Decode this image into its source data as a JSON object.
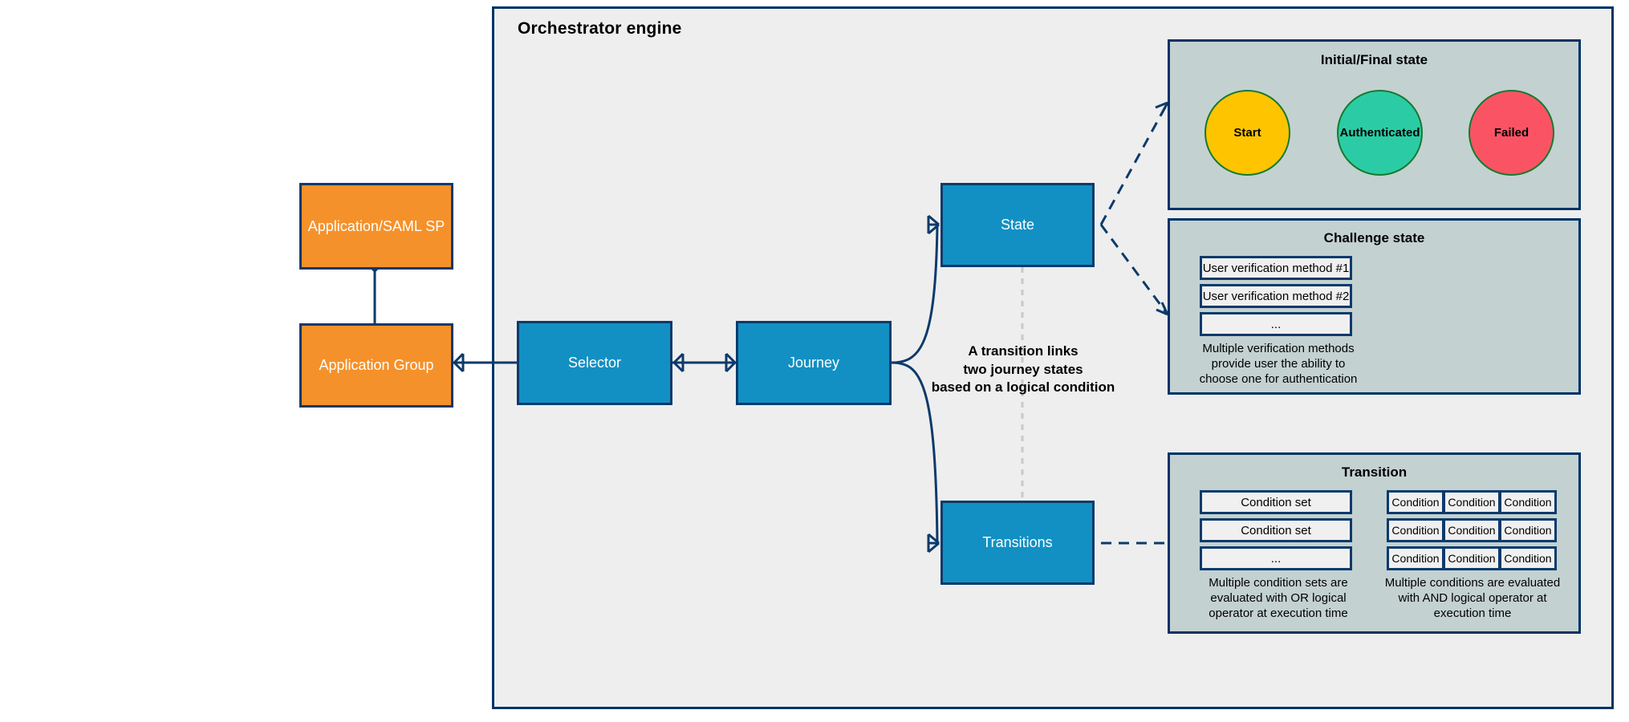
{
  "frame": {
    "title": "Orchestrator engine"
  },
  "entities": {
    "app_saml_sp": "Application/SAML SP",
    "application_group": "Application Group",
    "selector": "Selector",
    "journey": "Journey",
    "state": "State",
    "transitions": "Transitions"
  },
  "centre_note": {
    "line1": "A transition links",
    "line2": "two journey states",
    "line3": "based on a logical condition"
  },
  "panels": {
    "initial_final": {
      "title": "Initial/Final state",
      "circles": [
        {
          "label": "Start",
          "color": "#FFC400",
          "border": "#157a2e"
        },
        {
          "label": "Authenticated",
          "color": "#2BCCA5",
          "border": "#157a2e"
        },
        {
          "label": "Failed",
          "color": "#FA5464",
          "border": "#157a2e"
        }
      ]
    },
    "challenge": {
      "title": "Challenge state",
      "items": [
        "User verification method #1",
        "User verification method #2",
        "..."
      ],
      "note_line1": "Multiple verification methods",
      "note_line2": "provide user the ability to",
      "note_line3": "choose one for authentication"
    },
    "transition": {
      "title": "Transition",
      "condition_sets": [
        "Condition set",
        "Condition set",
        "..."
      ],
      "conditions_grid": [
        [
          "Condition",
          "Condition",
          "Condition"
        ],
        [
          "Condition",
          "Condition",
          "Condition"
        ],
        [
          "Condition",
          "Condition",
          "Condition"
        ]
      ],
      "note_left_line1": "Multiple condition sets are",
      "note_left_line2": "evaluated with OR logical",
      "note_left_line3": "operator at execution time",
      "note_right_line1": "Multiple conditions are evaluated",
      "note_right_line2": "with AND logical operator at",
      "note_right_line3": "execution time"
    }
  },
  "colors": {
    "canvas_background": "#ffffff",
    "frame_background": "#eeeeee",
    "frame_border": "#003366",
    "entity_orange": "#f5912a",
    "entity_blue": "#1290c3",
    "entity_border": "#0c3a6b",
    "panel_background": "#c4d1d1",
    "connector": "#0c3a6b",
    "dashed_gray": "#c9c9c9"
  }
}
